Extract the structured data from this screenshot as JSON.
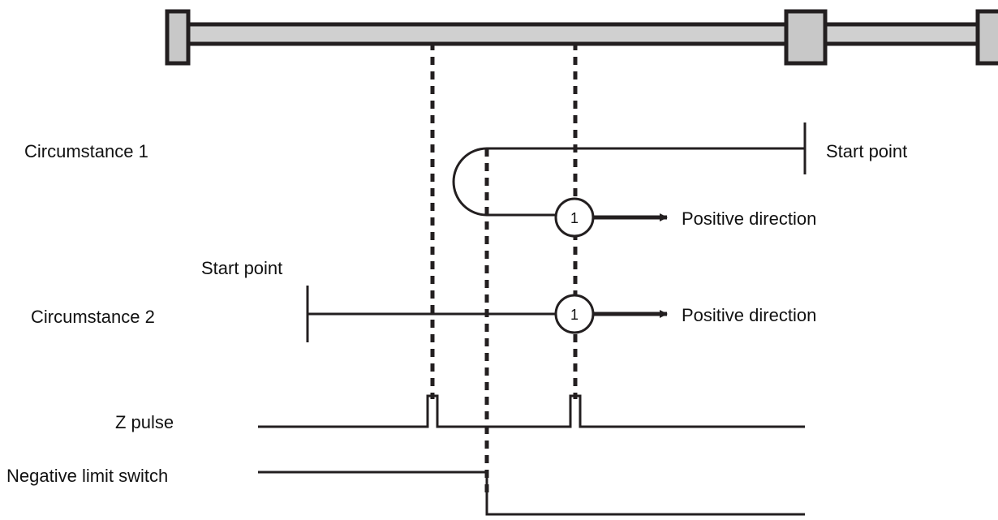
{
  "rows": {
    "circumstance_1": {
      "label": "Circumstance 1",
      "start_point_label": "Start point",
      "direction_label": "Positive direction",
      "marker_number": "1"
    },
    "circumstance_2": {
      "label": "Circumstance 2",
      "start_point_label": "Start point",
      "direction_label": "Positive direction",
      "marker_number": "1"
    }
  },
  "signals": {
    "z_pulse": {
      "label": "Z pulse"
    },
    "negative_limit_switch": {
      "label": "Negative limit switch"
    }
  },
  "colors": {
    "line": "#231f20",
    "rail_fill": "#d0d0d0",
    "block_fill": "#c8c8c8"
  }
}
